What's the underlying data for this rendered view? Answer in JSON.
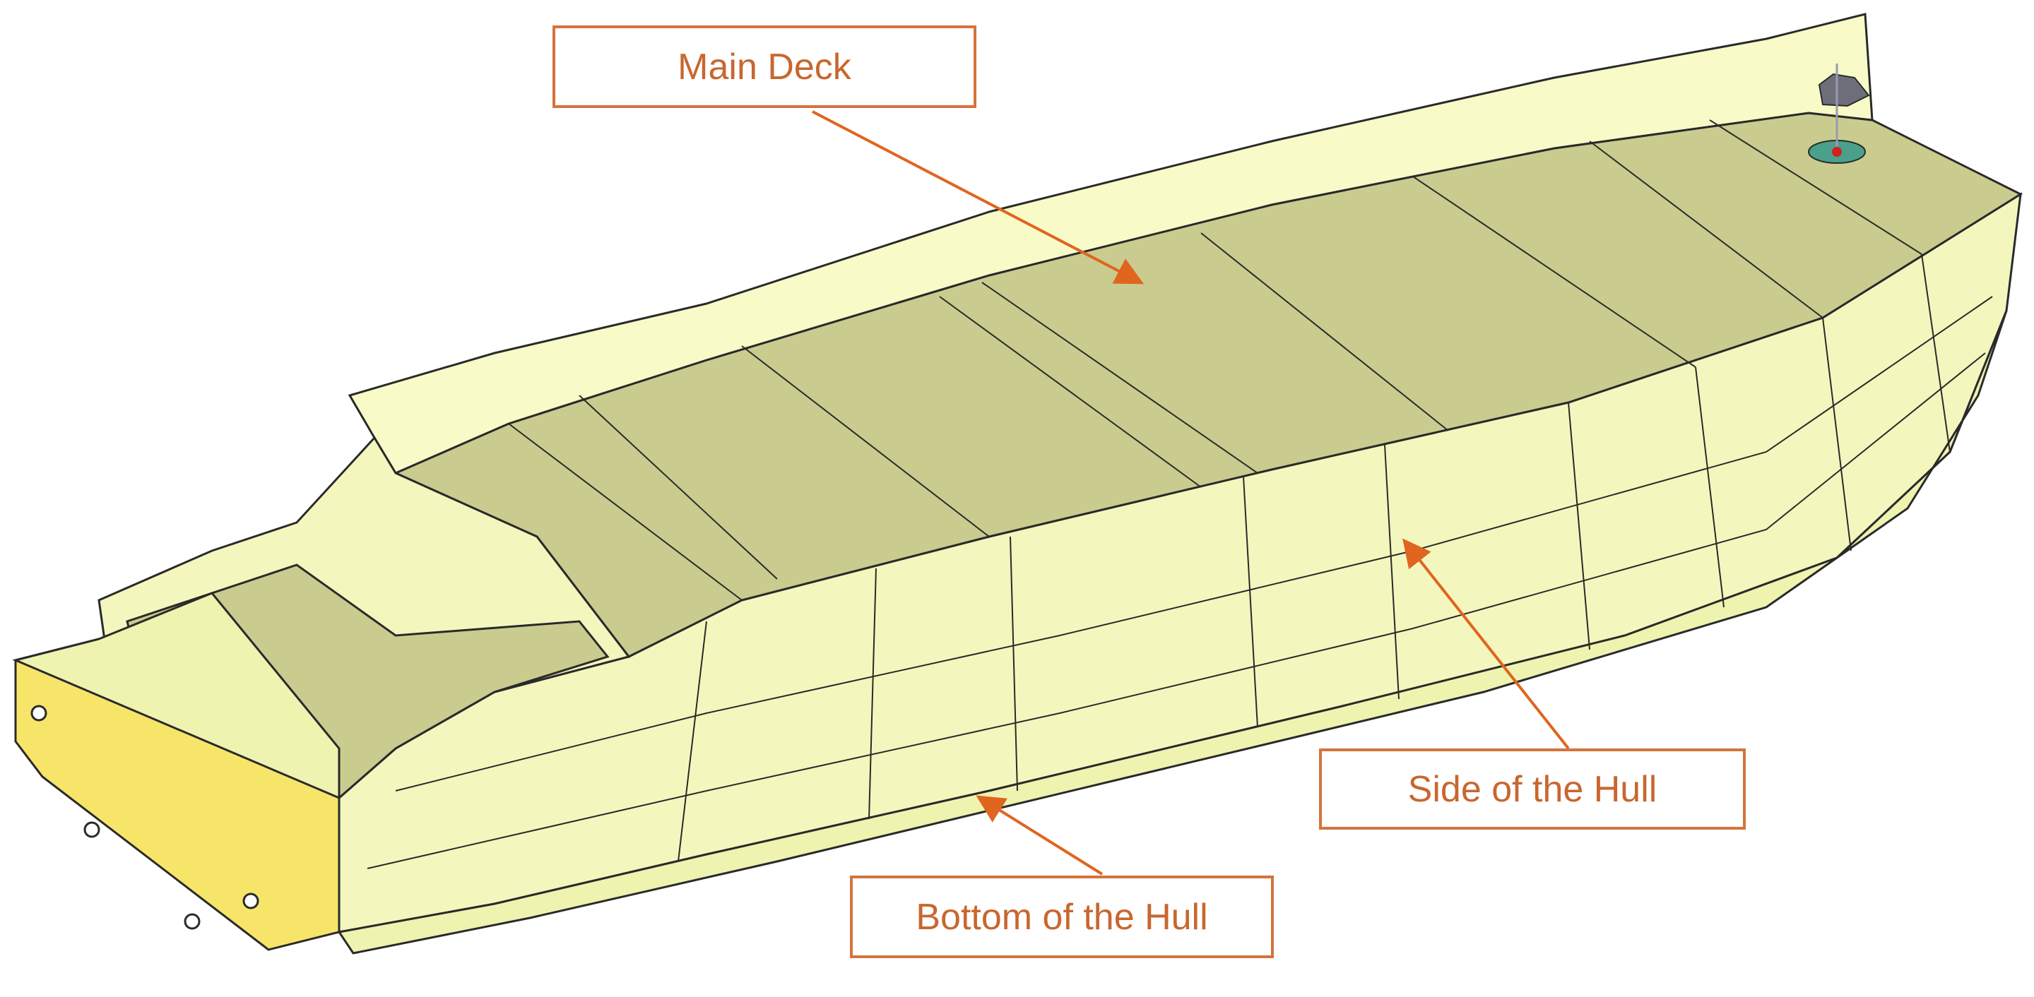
{
  "callouts": {
    "main_deck": "Main Deck",
    "side_of_hull": "Side of the Hull",
    "bottom_of_hull": "Bottom of the Hull"
  },
  "colors": {
    "deck": "#c9cc8e",
    "deck_dark": "#b8bd7a",
    "hull_side": "#f4f7bd",
    "hull_bottom": "#eef3b0",
    "bulwark": "#f8fac8",
    "stern_face": "#f7e56a",
    "outline": "#2a2a2a",
    "callout_accent": "#e0651f",
    "callout_text": "#c8672f"
  },
  "icons": [
    "mast-light-icon"
  ]
}
